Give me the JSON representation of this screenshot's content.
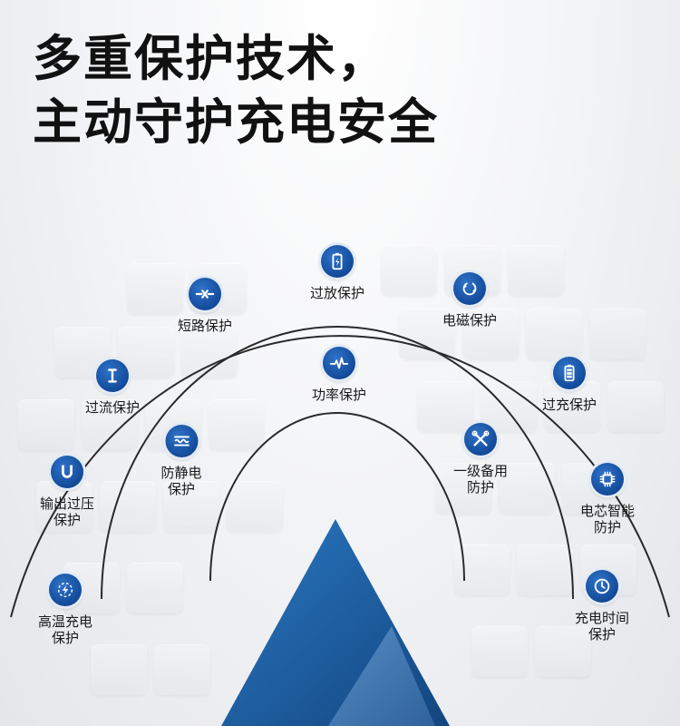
{
  "headline": {
    "line1": "多重保护技术，",
    "line2": "主动守护充电安全"
  },
  "features": [
    {
      "id": "discharge",
      "label1": "过放保护",
      "label2": "",
      "icon": "battery-icon"
    },
    {
      "id": "short",
      "label1": "短路保护",
      "label2": "",
      "icon": "short-circuit-icon"
    },
    {
      "id": "em",
      "label1": "电磁保护",
      "label2": "",
      "icon": "electromagnetic-icon"
    },
    {
      "id": "current",
      "label1": "过流保护",
      "label2": "",
      "icon": "current-icon"
    },
    {
      "id": "power",
      "label1": "功率保护",
      "label2": "",
      "icon": "waveform-icon"
    },
    {
      "id": "overcharge",
      "label1": "过充保护",
      "label2": "",
      "icon": "battery-full-icon"
    },
    {
      "id": "voltage",
      "label1": "输出过压",
      "label2": "保护",
      "icon": "magnet-icon"
    },
    {
      "id": "static",
      "label1": "防静电",
      "label2": "保护",
      "icon": "static-wave-icon"
    },
    {
      "id": "backup",
      "label1": "一级备用",
      "label2": "防护",
      "icon": "tools-icon"
    },
    {
      "id": "chip",
      "label1": "电芯智能",
      "label2": "防护",
      "icon": "chip-icon"
    },
    {
      "id": "temp",
      "label1": "高温充电",
      "label2": "保护",
      "icon": "lightning-icon"
    },
    {
      "id": "timer",
      "label1": "充电时间",
      "label2": "保护",
      "icon": "clock-icon"
    }
  ],
  "colors": {
    "icon_blue": "#134a99",
    "triangle_blue": "#1d5fa8",
    "arc_dark": "#2a2a2a"
  }
}
